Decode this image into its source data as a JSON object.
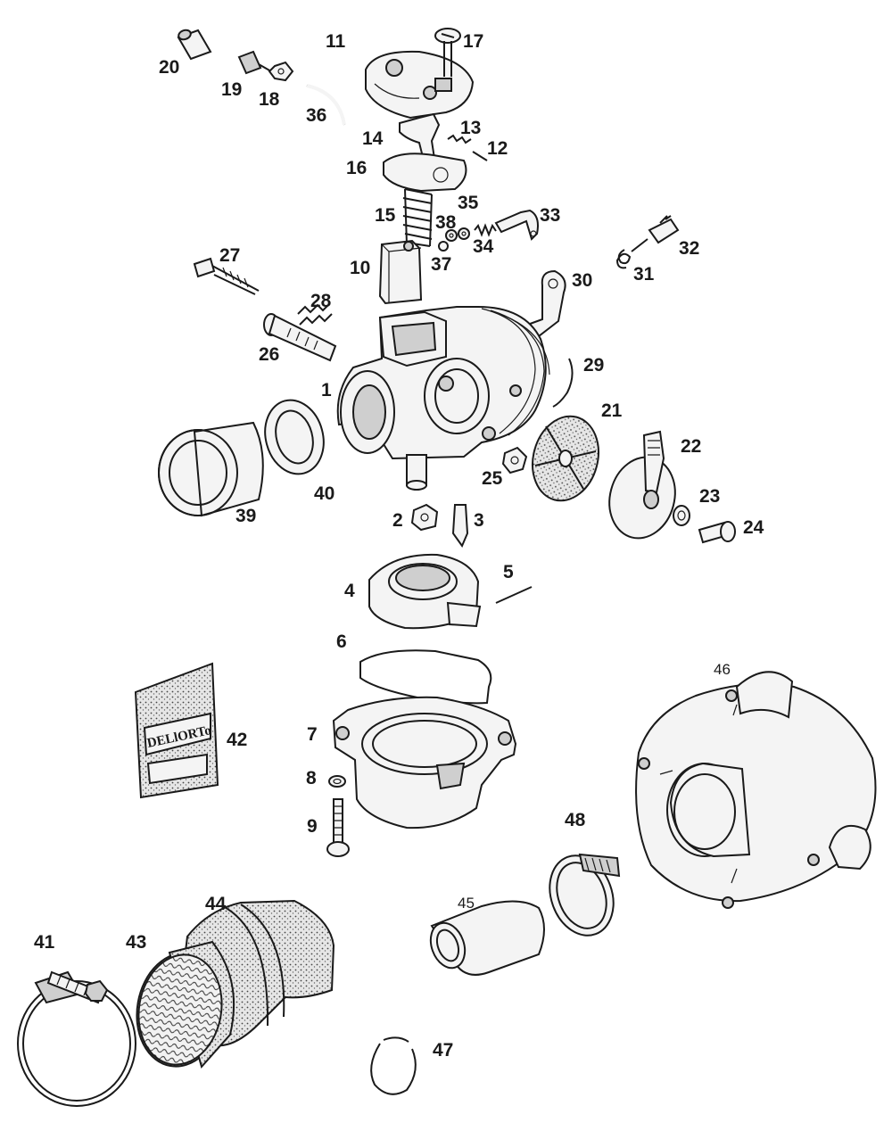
{
  "parts": [
    {
      "number": "1"
    },
    {
      "number": "2"
    },
    {
      "number": "3"
    },
    {
      "number": "4"
    },
    {
      "number": "5"
    },
    {
      "number": "6"
    },
    {
      "number": "7"
    },
    {
      "number": "8"
    },
    {
      "number": "9"
    },
    {
      "number": "10"
    },
    {
      "number": "11"
    },
    {
      "number": "12"
    },
    {
      "number": "13"
    },
    {
      "number": "14"
    },
    {
      "number": "15"
    },
    {
      "number": "16"
    },
    {
      "number": "17"
    },
    {
      "number": "18"
    },
    {
      "number": "19"
    },
    {
      "number": "20"
    },
    {
      "number": "21"
    },
    {
      "number": "22"
    },
    {
      "number": "23"
    },
    {
      "number": "24"
    },
    {
      "number": "25"
    },
    {
      "number": "26"
    },
    {
      "number": "27"
    },
    {
      "number": "28"
    },
    {
      "number": "29"
    },
    {
      "number": "30"
    },
    {
      "number": "31"
    },
    {
      "number": "32"
    },
    {
      "number": "33"
    },
    {
      "number": "34"
    },
    {
      "number": "35"
    },
    {
      "number": "36"
    },
    {
      "number": "37"
    },
    {
      "number": "38"
    },
    {
      "number": "39"
    },
    {
      "number": "40"
    },
    {
      "number": "41"
    },
    {
      "number": "42"
    },
    {
      "number": "43"
    },
    {
      "number": "44"
    },
    {
      "number": "45"
    },
    {
      "number": "46"
    },
    {
      "number": "47"
    },
    {
      "number": "48"
    }
  ],
  "packet": {
    "brand": "DELlORTo"
  }
}
